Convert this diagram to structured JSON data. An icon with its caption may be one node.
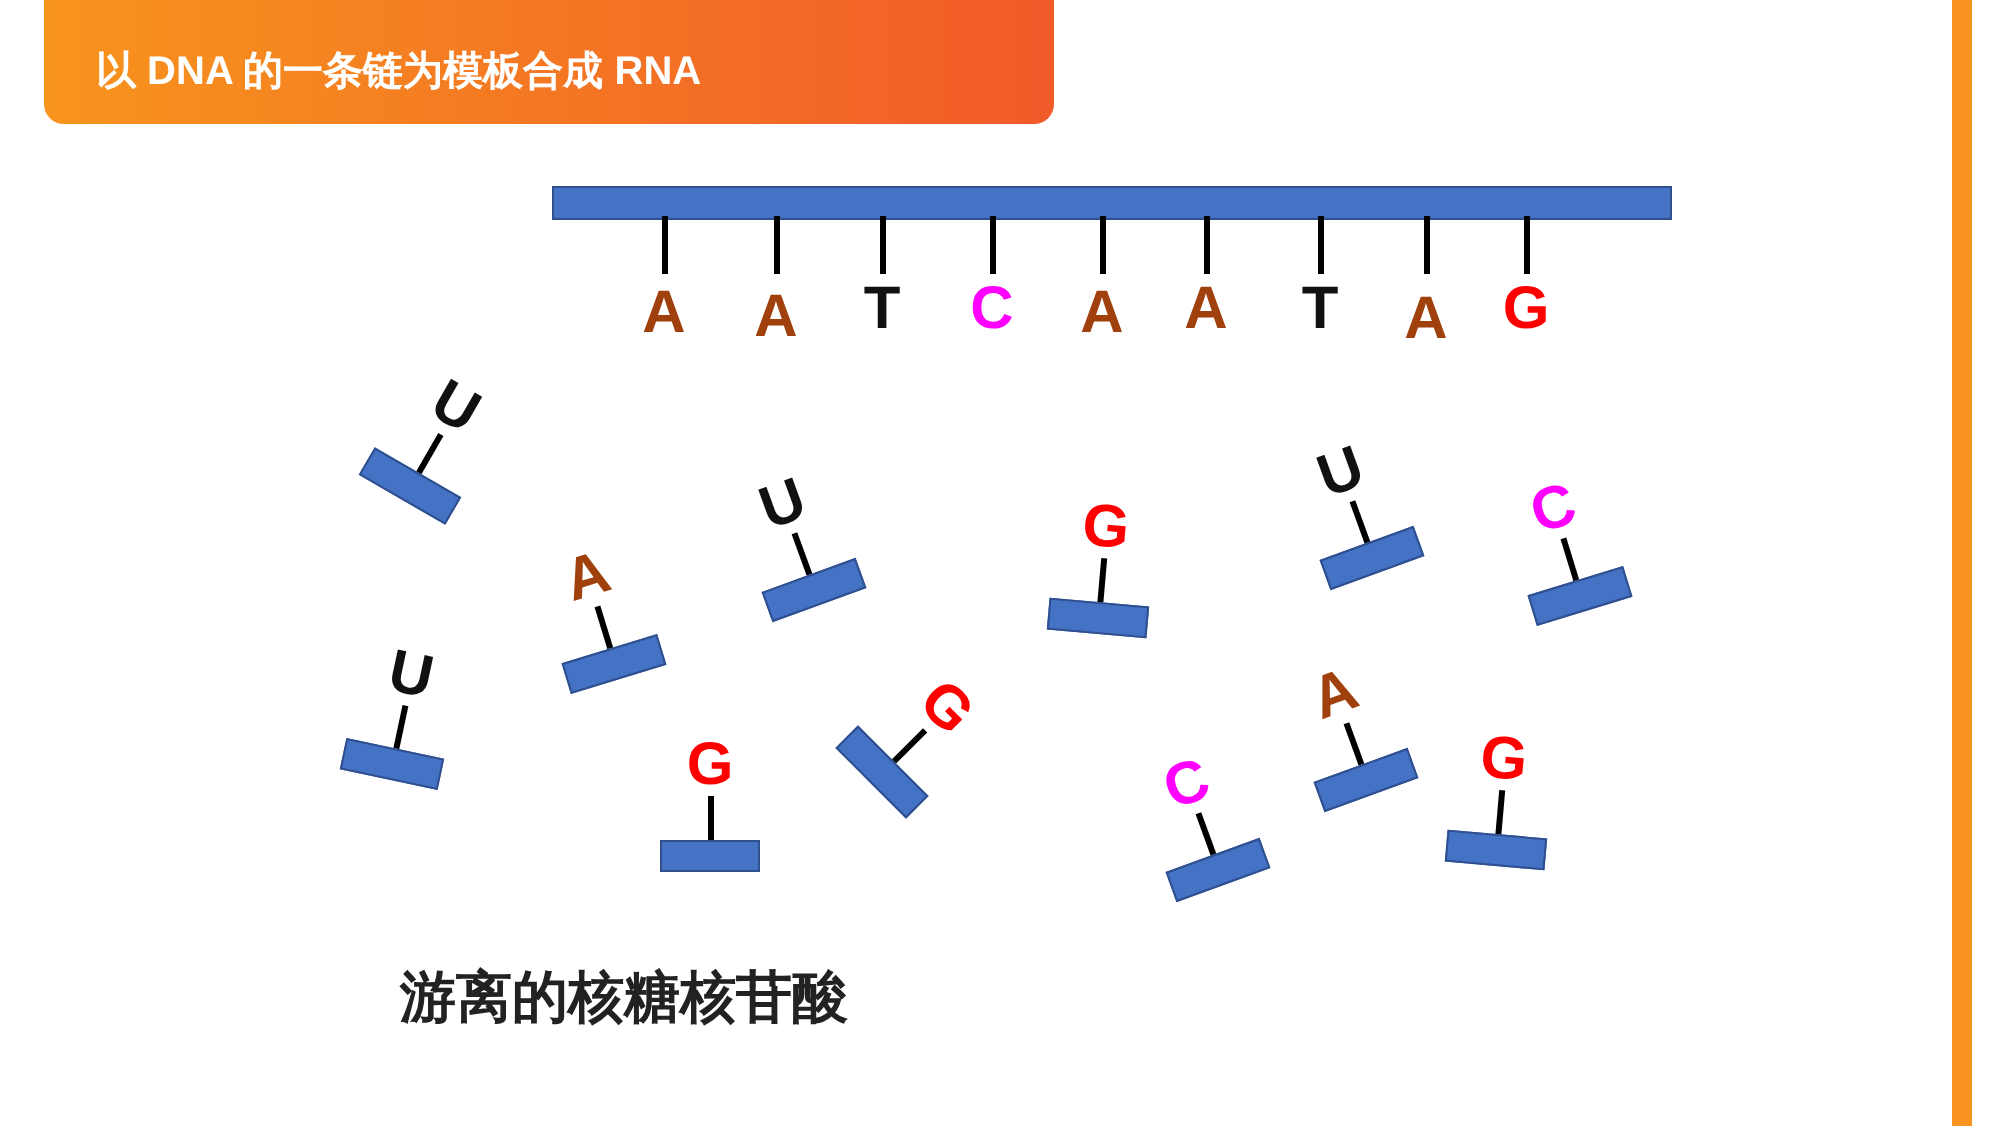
{
  "diagram": {
    "title": "以 DNA 的一条链为模板合成 RNA",
    "nodes": [
      {
        "text": [],
        "shape": "bar"
      },
      {
        "text": [
          "U"
        ]
      },
      {
        "text": [
          "A"
        ]
      },
      {
        "text": [
          "U"
        ]
      },
      {
        "text": [
          "G"
        ]
      },
      {
        "text": [
          "U"
        ]
      },
      {
        "text": [
          "C"
        ]
      },
      {
        "text": [
          "U"
        ]
      },
      {
        "text": [
          "G"
        ]
      },
      {
        "text": [
          "G"
        ]
      },
      {
        "text": [
          "C"
        ]
      },
      {
        "text": [
          "A"
        ]
      },
      {
        "text": [
          "G"
        ]
      }
    ],
    "labels": [
      "A",
      "A",
      "T",
      "C",
      "A",
      "A",
      "T",
      "A",
      "G",
      "游离的核糖核苷酸"
    ]
  }
}
